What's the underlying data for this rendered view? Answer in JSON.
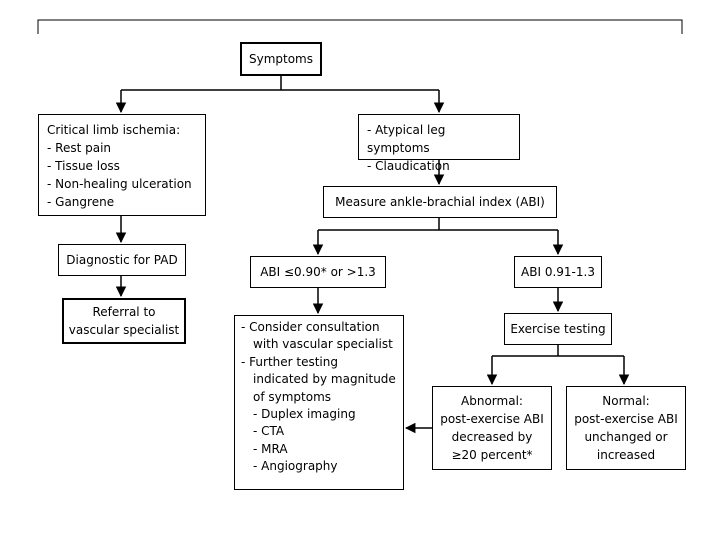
{
  "nodes": {
    "symptoms": "Symptoms",
    "critical_title": "Critical limb ischemia:",
    "critical_items": [
      "Rest pain",
      "Tissue loss",
      "Non-healing ulceration",
      "Gangrene"
    ],
    "atypical_items": [
      "Atypical leg symptoms",
      "Claudication"
    ],
    "diagnostic": "Diagnostic for PAD",
    "referral_line1": "Referral to",
    "referral_line2": "vascular specialist",
    "measure_abi": "Measure ankle-brachial index (ABI)",
    "abi_low": "ABI ≤0.90* or >1.3",
    "abi_normal": "ABI 0.91-1.3",
    "consider_line1": "Consider consultation",
    "consider_line2": "with vascular specialist",
    "further_line1": "Further testing",
    "further_line2": "indicated by magnitude",
    "further_line3": "of symptoms",
    "tests": [
      "Duplex imaging",
      "CTA",
      "MRA",
      "Angiography"
    ],
    "exercise": "Exercise testing",
    "abnormal_lines": [
      "Abnormal:",
      "post-exercise ABI",
      "decreased by",
      "≥20 percent*"
    ],
    "normal_lines": [
      "Normal:",
      "post-exercise ABI",
      "unchanged or",
      "increased"
    ]
  }
}
